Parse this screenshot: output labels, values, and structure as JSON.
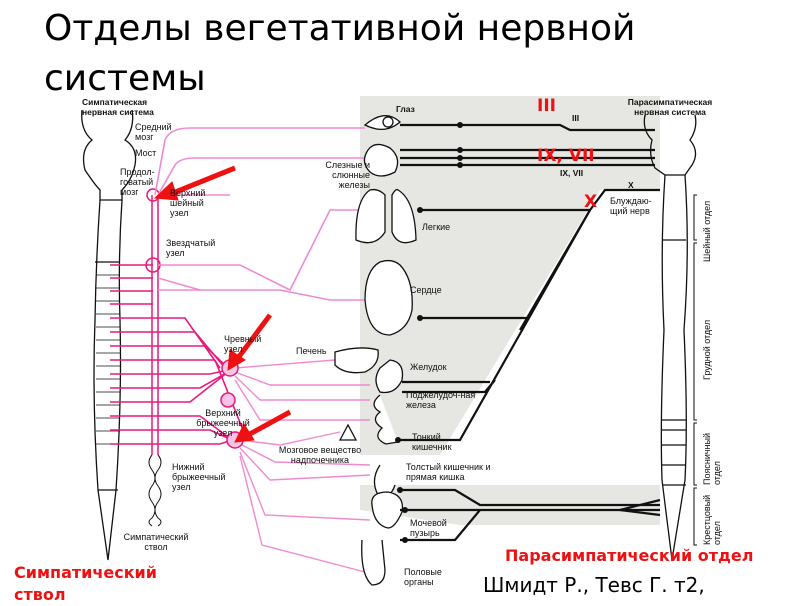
{
  "title": "Отделы вегетативной нервной системы",
  "diagram": {
    "left_header": "Симпатическая нервная система",
    "right_header": "Парасимпатическая нервная система",
    "brain_labels": {
      "midbrain": "Средний мозг",
      "pons": "Мост",
      "medulla": "Продол-говатый мозг"
    },
    "ganglia": {
      "superior_cervical": "Верхний шейный узел",
      "stellate": "Звездчатый узел",
      "celiac": "Чревный узел",
      "superior_mesenteric": "Верхний брыжеечный узел",
      "inferior_mesenteric": "Нижний брыжеечный узел",
      "sympathetic_trunk": "Симпатический ствол"
    },
    "organs": {
      "eye": "Глаз",
      "glands": "Слезные и слюнные железы",
      "lungs": "Легкие",
      "heart": "Сердце",
      "liver": "Печень",
      "stomach": "Желудок",
      "pancreas": "Поджелудоч-ная железа",
      "adrenal": "Мозговое вещество надпочечника",
      "small_intestine": "Тонкий кишечник",
      "large_intestine": "Толстый кишечник и прямая кишка",
      "bladder": "Мочевой пузырь",
      "genitals": "Половые органы"
    },
    "nerves": {
      "n3": "III",
      "n9_7": "IX, VII",
      "n10": "X",
      "vagus": "Блуждаю-щий нерв"
    },
    "spine_regions": [
      "Шейный отдел",
      "Грудной отдел",
      "Поясничный отдел",
      "Крестцовый отдел"
    ],
    "overlay_labels": {
      "n3": "III",
      "n9_7": "IX, VII",
      "n10": "X",
      "sympathetic": "Симпатический ствол",
      "parasympathetic": "Парасимпатический отдел"
    },
    "colors": {
      "sympathetic": "#e8197d",
      "sympathetic_light": "#f08ad0",
      "parasympathetic": "#111111",
      "annotation_red": "#ee1111",
      "shade": "#e6e6e2"
    }
  },
  "citation": "Шмидт Р., Тевс Г. т2,"
}
